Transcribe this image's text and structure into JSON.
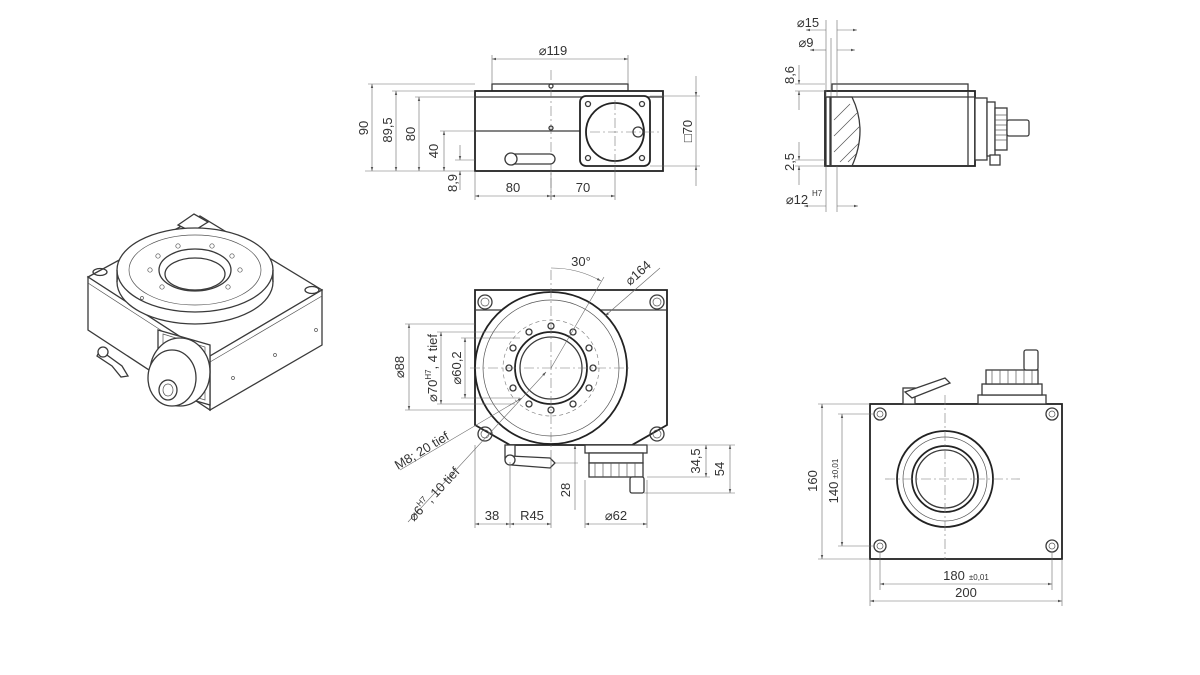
{
  "front_view": {
    "d119": "⌀119",
    "h90": "90",
    "h89_5": "89,5",
    "h80": "80",
    "h40": "40",
    "h8_9": "8,9",
    "w80": "80",
    "w70": "70",
    "sq70": "□70"
  },
  "side_view": {
    "d15": "⌀15",
    "d9": "⌀9",
    "h8_6": "8,6",
    "h2_5": "2,5",
    "d12": "⌀12",
    "d12_tol": "H7"
  },
  "top_view": {
    "angle30": "30°",
    "d164": "⌀164",
    "d88": "⌀88",
    "d70_main": "⌀70",
    "d70_tol": "H7",
    "d70_depth": ", 4 tief",
    "d60_2": "⌀60,2",
    "m8": "M8; 20 tief",
    "d6_main": "⌀6",
    "d6_tol": "H7",
    "d6_depth": ", 10 tief",
    "w38": "38",
    "r45": "R45",
    "h28": "28",
    "d62": "⌀62",
    "h34_5": "34,5",
    "h54": "54"
  },
  "bottom_view": {
    "h160": "160",
    "h140_main": "140",
    "h140_tol": "±0,01",
    "w180_main": "180",
    "w180_tol": "±0,01",
    "w200": "200"
  }
}
